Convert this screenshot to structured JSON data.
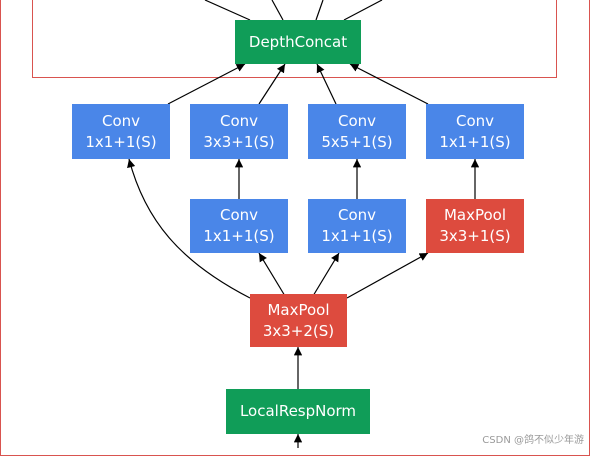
{
  "nodes": {
    "depthconcat": {
      "label": "DepthConcat"
    },
    "conv_1x1_a": {
      "line1": "Conv",
      "line2": "1x1+1(S)"
    },
    "conv_3x3": {
      "line1": "Conv",
      "line2": "3x3+1(S)"
    },
    "conv_5x5": {
      "line1": "Conv",
      "line2": "5x5+1(S)"
    },
    "conv_1x1_d": {
      "line1": "Conv",
      "line2": "1x1+1(S)"
    },
    "conv_1x1_b_reduce": {
      "line1": "Conv",
      "line2": "1x1+1(S)"
    },
    "conv_1x1_c_reduce": {
      "line1": "Conv",
      "line2": "1x1+1(S)"
    },
    "maxpool_branch": {
      "line1": "MaxPool",
      "line2": "3x3+1(S)"
    },
    "maxpool_main": {
      "line1": "MaxPool",
      "line2": "3x3+2(S)"
    },
    "localrespnorm": {
      "label": "LocalRespNorm"
    }
  },
  "colors": {
    "conv": "#4a86e8",
    "pool": "#dd4b3e",
    "concat_norm": "#109d58",
    "frame": "#d9534f",
    "edge": "#000000"
  },
  "watermark": "CSDN @鸽不似少年游"
}
